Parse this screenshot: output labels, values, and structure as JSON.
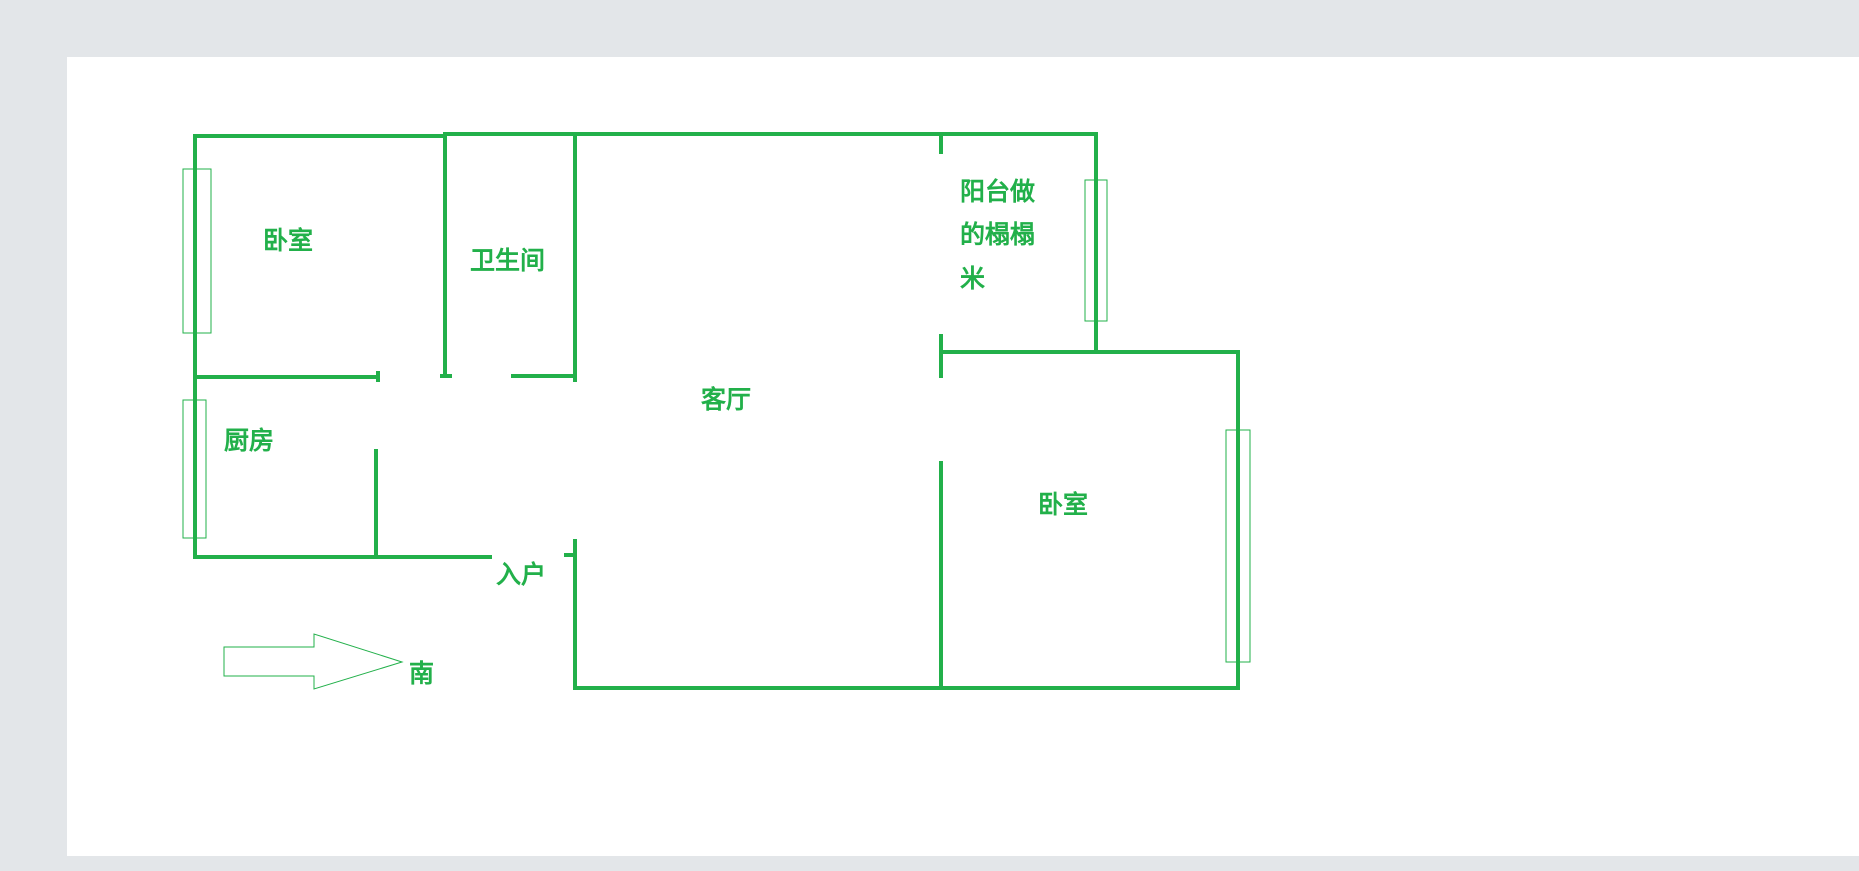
{
  "plan": {
    "wall_color": "#22b04a",
    "rooms": {
      "bedroom_north": "卧室",
      "bathroom": "卫生间",
      "living_room": "客厅",
      "balcony_line1": "阳台做",
      "balcony_line2": "的榻榻",
      "balcony_line3": "米",
      "kitchen": "厨房",
      "bedroom_south": "卧室",
      "entrance": "入户"
    },
    "compass": {
      "direction": "南",
      "icon": "arrow-right-icon"
    }
  }
}
